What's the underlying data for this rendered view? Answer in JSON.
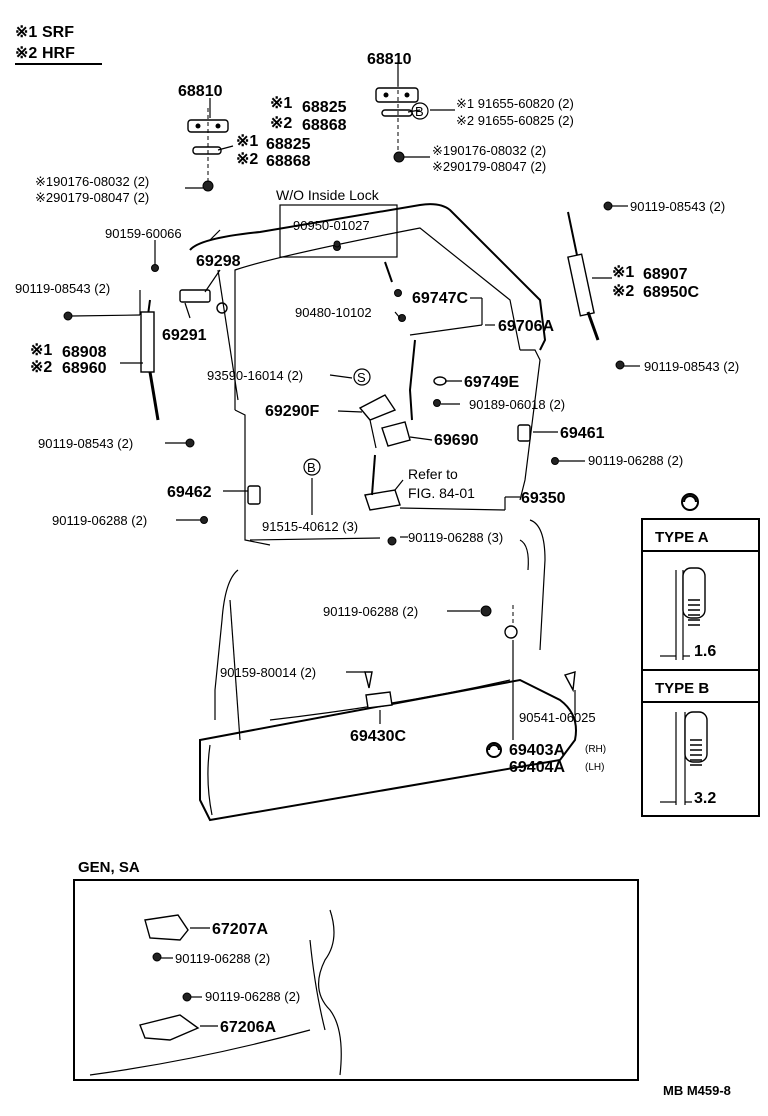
{
  "legend": [
    {
      "marker": "※1",
      "code": "SRF"
    },
    {
      "marker": "※2",
      "code": "HRF"
    }
  ],
  "labels": {
    "p68810_left": "68810",
    "p68810_right": "68810",
    "p68825_a_m": "※1",
    "p68825_a": "68825",
    "p68868_a_m": "※2",
    "p68868_a": "68868",
    "p68825_b_m": "※1",
    "p68825_b": "68825",
    "p68868_b_m": "※2",
    "p68868_b": "68868",
    "p91655_1": "※1 91655-60820 (2)",
    "p91655_2": "※2 91655-60825 (2)",
    "p90176_r1": "※190176-08032 (2)",
    "p90179_r2": "※290179-08047 (2)",
    "p90176_l1": "※190176-08032 (2)",
    "p90179_l2": "※290179-08047 (2)",
    "wo_inside_lock": "W/O Inside Lock",
    "p90950": "90950-01027",
    "p90119_tr": "90119-08543 (2)",
    "p68907_m": "※1",
    "p68907": "68907",
    "p68950c_m": "※2",
    "p68950c": "68950C",
    "p90159_60066": "90159-60066",
    "p69298": "69298",
    "p90119_tl": "90119-08543 (2)",
    "p69291": "69291",
    "p68908_m": "※1",
    "p68908": "68908",
    "p68960_m": "※2",
    "p68960": "68960",
    "p69747c": "69747C",
    "p90480": "90480-10102",
    "p69706a": "69706A",
    "p90119_rm": "90119-08543 (2)",
    "p93590": "93590-16014 (2)",
    "p69749e": "69749E",
    "p90189": "90189-06018 (2)",
    "p69290f": "69290F",
    "p69690": "69690",
    "p69461": "69461",
    "p90119_bl": "90119-08543 (2)",
    "p90119_06288_r": "90119-06288 (2)",
    "refer_to": "Refer to",
    "refer_fig": "FIG. 84-01",
    "p69350": "69350",
    "p69462": "69462",
    "p90119_06288_l": "90119-06288 (2)",
    "p91515": "91515-40612 (3)",
    "p90119_06288_3": "90119-06288 (3)",
    "p90119_06288_m": "90119-06288 (2)",
    "p90159_80014": "90159-80014 (2)",
    "p69430c": "69430C",
    "p90541": "90541-06025",
    "p69403a": "69403A",
    "p69403a_side": "(RH)",
    "p69404a": "69404A",
    "p69404a_side": "(LH)",
    "callout_s": "S",
    "callout_b1": "B",
    "callout_b2": "B",
    "gen_sa": "GEN, SA",
    "p67207a": "67207A",
    "p90119_gen1": "90119-06288 (2)",
    "p90119_gen2": "90119-06288 (2)",
    "p67206a": "67206A",
    "type_a": "TYPE  A",
    "type_a_dim": "1.6",
    "type_b": "TYPE  B",
    "type_b_dim": "3.2",
    "doc_code": "MB  M459-8"
  }
}
